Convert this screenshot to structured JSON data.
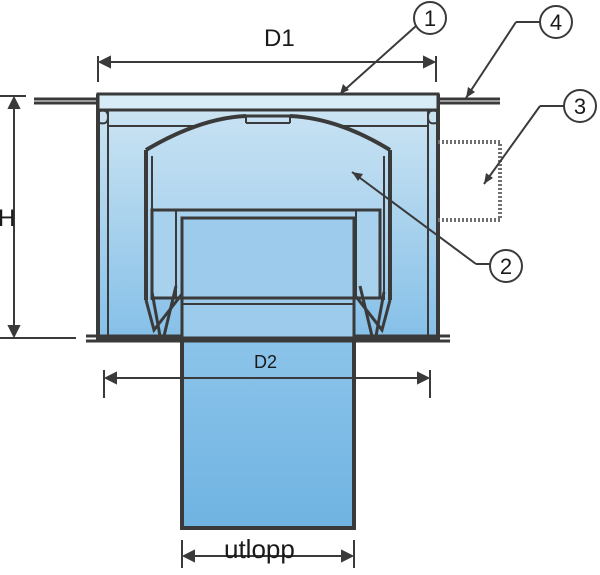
{
  "labels": {
    "d1": "D1",
    "d2": "D2",
    "h": "H",
    "outlet": "utlopp"
  },
  "callouts": [
    "1",
    "2",
    "3",
    "4"
  ],
  "colors": {
    "outline": "#3a3a3a",
    "fill_top": "#cfe6f3",
    "fill_bottom": "#7fbbe6",
    "dashed": "#6f6f6f"
  }
}
